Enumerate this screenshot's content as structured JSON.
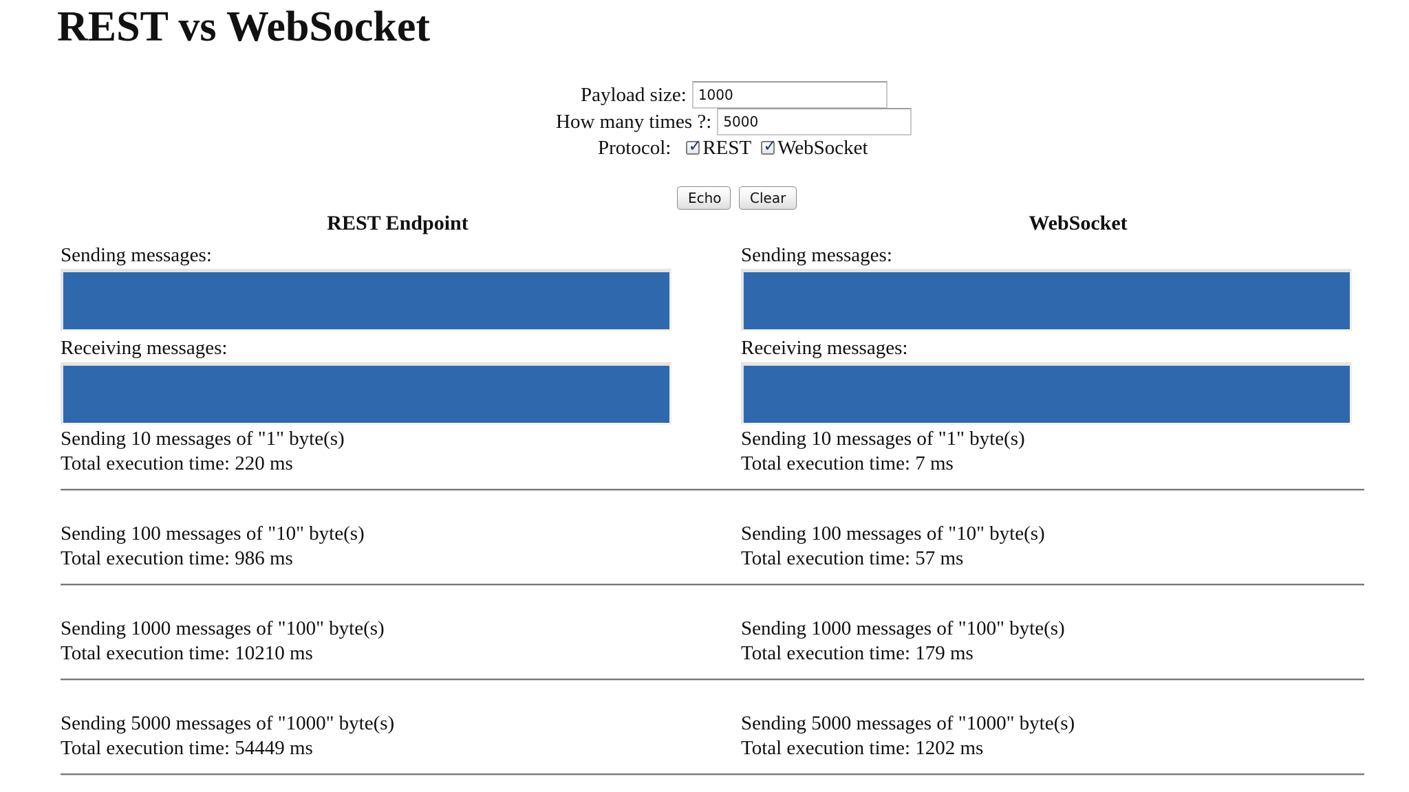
{
  "page": {
    "title": "REST vs WebSocket"
  },
  "form": {
    "payload_label": "Payload size:",
    "payload_value": "1000",
    "times_label": "How many times ?:",
    "times_value": "5000",
    "protocol_label": "Protocol:",
    "protocols": [
      {
        "label": "REST",
        "checked": true
      },
      {
        "label": "WebSocket",
        "checked": true
      }
    ],
    "buttons": {
      "echo_label": "Echo",
      "clear_label": "Clear"
    }
  },
  "icons": {
    "checkbox": "checked-checkbox-icon",
    "check": "checkmark-icon"
  },
  "colors": {
    "message_bar": "#3068ad",
    "divider": "#777777"
  },
  "panels": {
    "rest": {
      "heading": "REST Endpoint",
      "sending_label": "Sending messages:",
      "receiving_label": "Receiving messages:",
      "results": [
        {
          "sending": "Sending 10 messages of \"1\" byte(s)",
          "time": "Total execution time: 220 ms"
        },
        {
          "sending": "Sending 100 messages of \"10\" byte(s)",
          "time": "Total execution time: 986 ms"
        },
        {
          "sending": "Sending 1000 messages of \"100\" byte(s)",
          "time": "Total execution time: 10210 ms"
        },
        {
          "sending": "Sending 5000 messages of \"1000\" byte(s)",
          "time": "Total execution time: 54449 ms"
        }
      ]
    },
    "websocket": {
      "heading": "WebSocket",
      "sending_label": "Sending messages:",
      "receiving_label": "Receiving messages:",
      "results": [
        {
          "sending": "Sending 10 messages of \"1\" byte(s)",
          "time": "Total execution time: 7 ms"
        },
        {
          "sending": "Sending 100 messages of \"10\" byte(s)",
          "time": "Total execution time: 57 ms"
        },
        {
          "sending": "Sending 1000 messages of \"100\" byte(s)",
          "time": "Total execution time: 179 ms"
        },
        {
          "sending": "Sending 5000 messages of \"1000\" byte(s)",
          "time": "Total execution time: 1202 ms"
        }
      ]
    }
  }
}
